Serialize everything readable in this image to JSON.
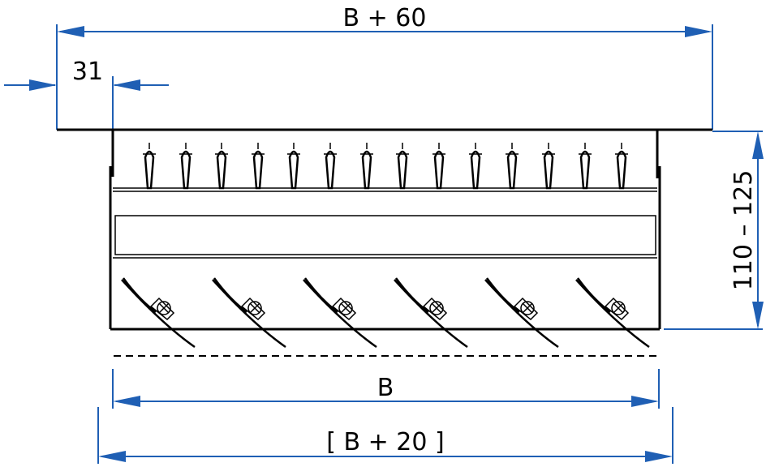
{
  "dimensions": {
    "overall_width": "B + 60",
    "flange": "31",
    "height": "110 – 125",
    "width": "B",
    "outer_width": "[ B + 20 ]"
  },
  "colors": {
    "dimension": "#1f5fb4",
    "outline": "#000000"
  },
  "front_blades_count": 14,
  "rear_blades_count": 6
}
